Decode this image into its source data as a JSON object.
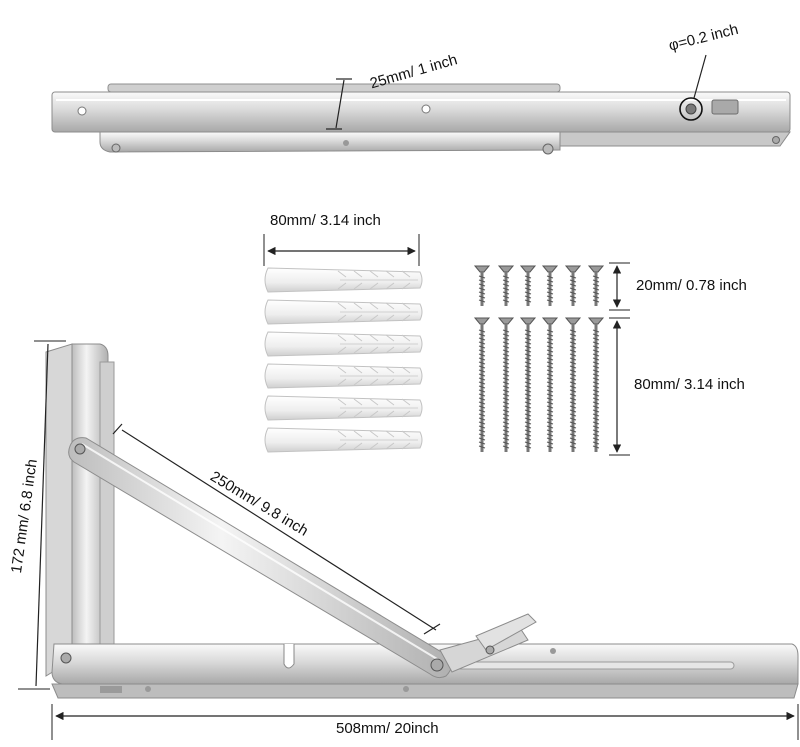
{
  "labels": {
    "thickness": "25mm/ 1 inch",
    "hole_diameter": "φ=0.2 inch",
    "anchor_length": "80mm/ 3.14 inch",
    "short_screw": "20mm/ 0.78 inch",
    "long_screw": "80mm/ 3.14 inch",
    "height": "172 mm/ 6.8 inch",
    "brace_length": "250mm/ 9.8 inch",
    "base_length": "508mm/ 20inch"
  },
  "colors": {
    "steel_light": "#f2f2f2",
    "steel_mid": "#d4d4d4",
    "steel_dark": "#9a9a9a",
    "anchor": "#f4f4f4",
    "screw": "#8a8a8a"
  }
}
